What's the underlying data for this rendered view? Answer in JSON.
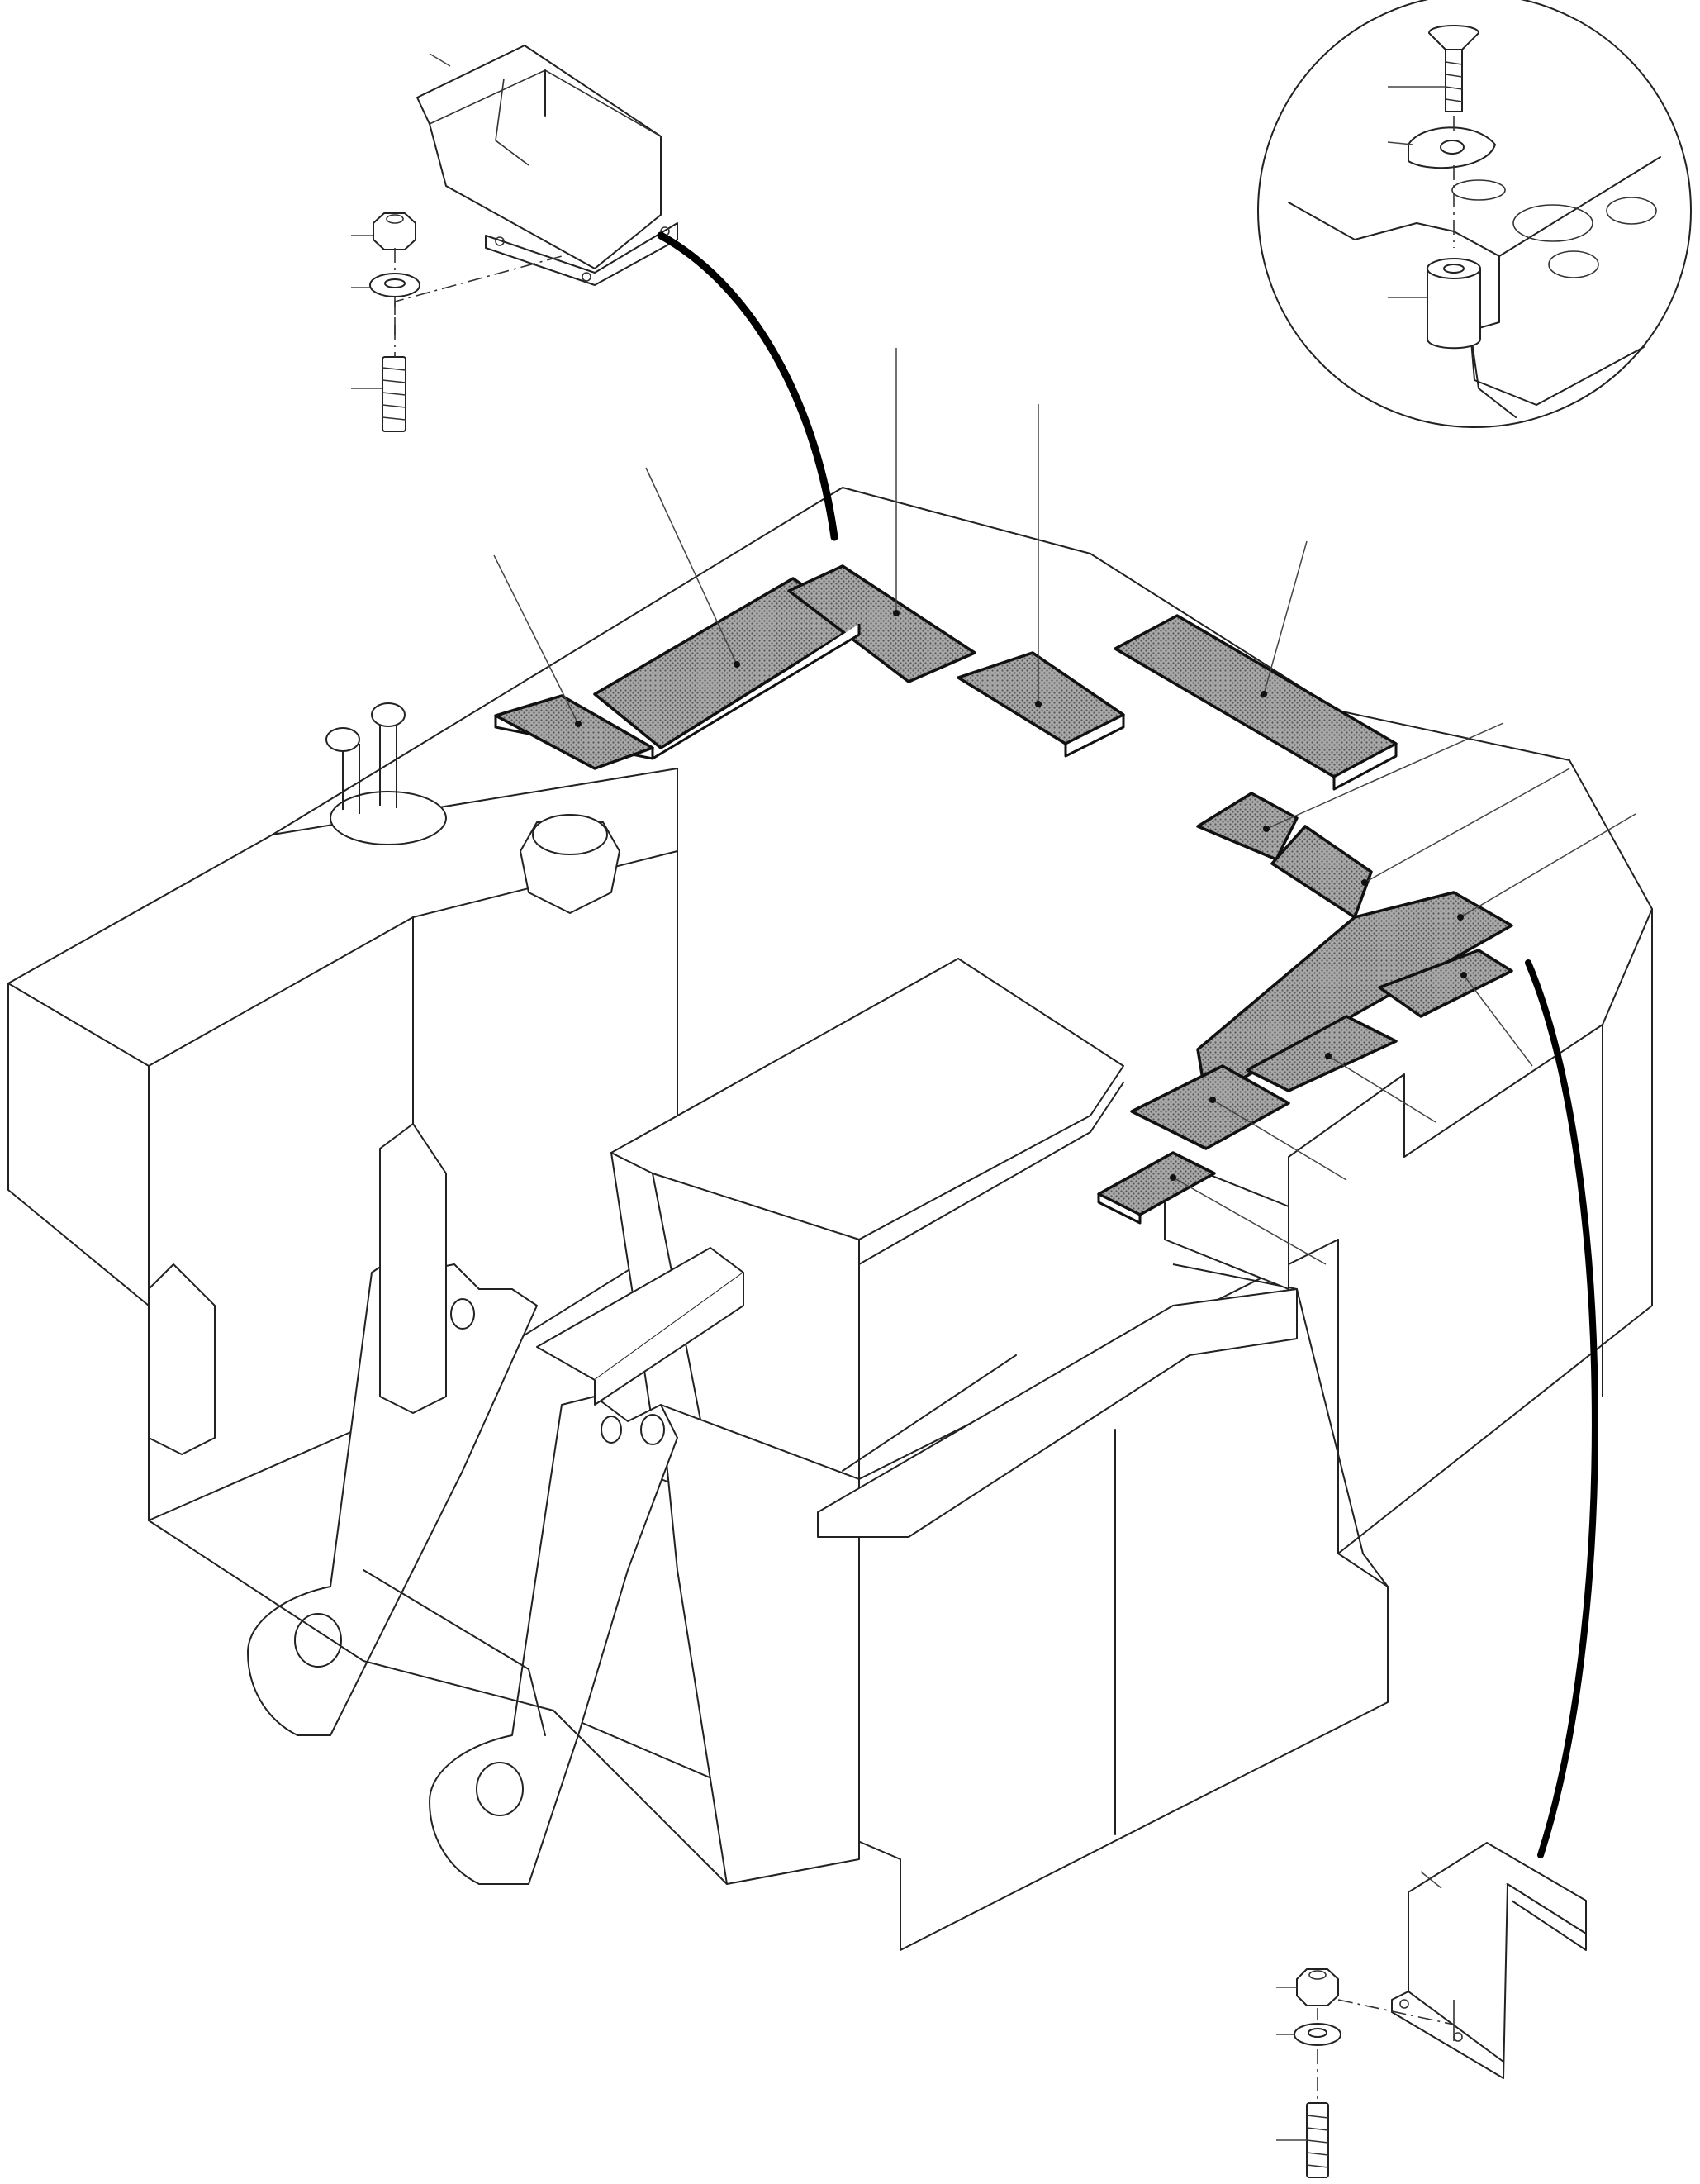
{
  "diagram": {
    "kind": "exploded-parts-view",
    "text_labels": [],
    "colors": {
      "line": "#222222",
      "plate_fill": "#8c8c8c",
      "background": "#ffffff"
    },
    "callouts": {
      "top_left_cover_hardware": [
        "nut",
        "washer",
        "stud"
      ],
      "bottom_right_cover_hardware": [
        "nut",
        "washer",
        "stud"
      ],
      "detail_circle_parts": [
        "screw",
        "clip",
        "spacer"
      ],
      "floor_plate_groups": [
        "left-walkway-plates",
        "right-walkway-plate",
        "right-corner-plates"
      ]
    }
  }
}
